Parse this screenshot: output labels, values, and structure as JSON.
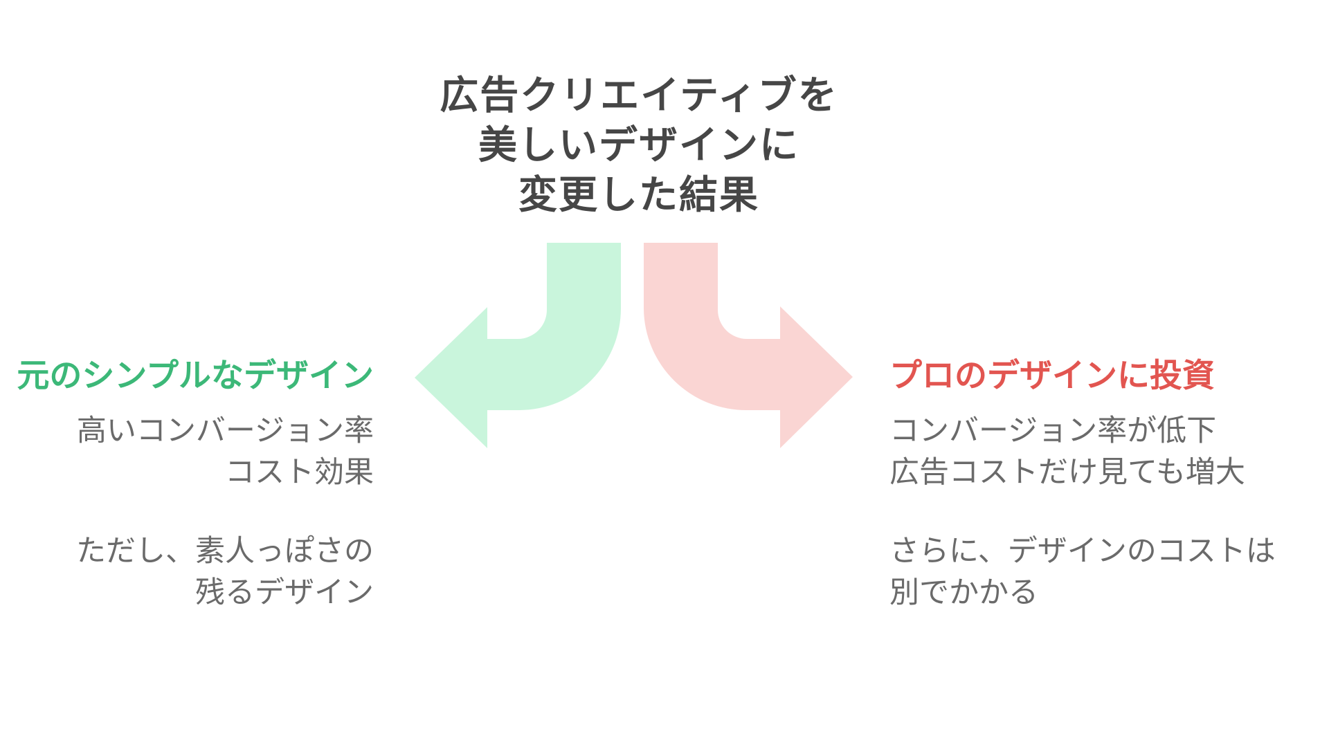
{
  "title": {
    "lines": [
      "広告クリエイティブを",
      "美しいデザインに",
      "変更した結果"
    ]
  },
  "branches": {
    "left": {
      "heading": "元のシンプルなデザイン",
      "para1": [
        "高いコンバージョン率",
        "コスト効果"
      ],
      "para2": [
        "ただし、素人っぽさの",
        "残るデザイン"
      ]
    },
    "right": {
      "heading": "プロのデザインに投資",
      "para1": [
        "コンバージョン率が低下",
        "広告コストだけ見ても増大"
      ],
      "para2": [
        "さらに、デザインのコストは",
        "別でかかる"
      ]
    }
  },
  "icons": {
    "left_arrow": "curved-arrow-down-left",
    "right_arrow": "curved-arrow-down-right"
  },
  "colors": {
    "background": "#ffffff",
    "title_text": "#464646",
    "body_text": "#6a6a6a",
    "green_accent": "#3cb878",
    "red_accent": "#e25550",
    "arrow_green_fill": "#c9f5dc",
    "arrow_red_fill": "#fad5d3"
  }
}
